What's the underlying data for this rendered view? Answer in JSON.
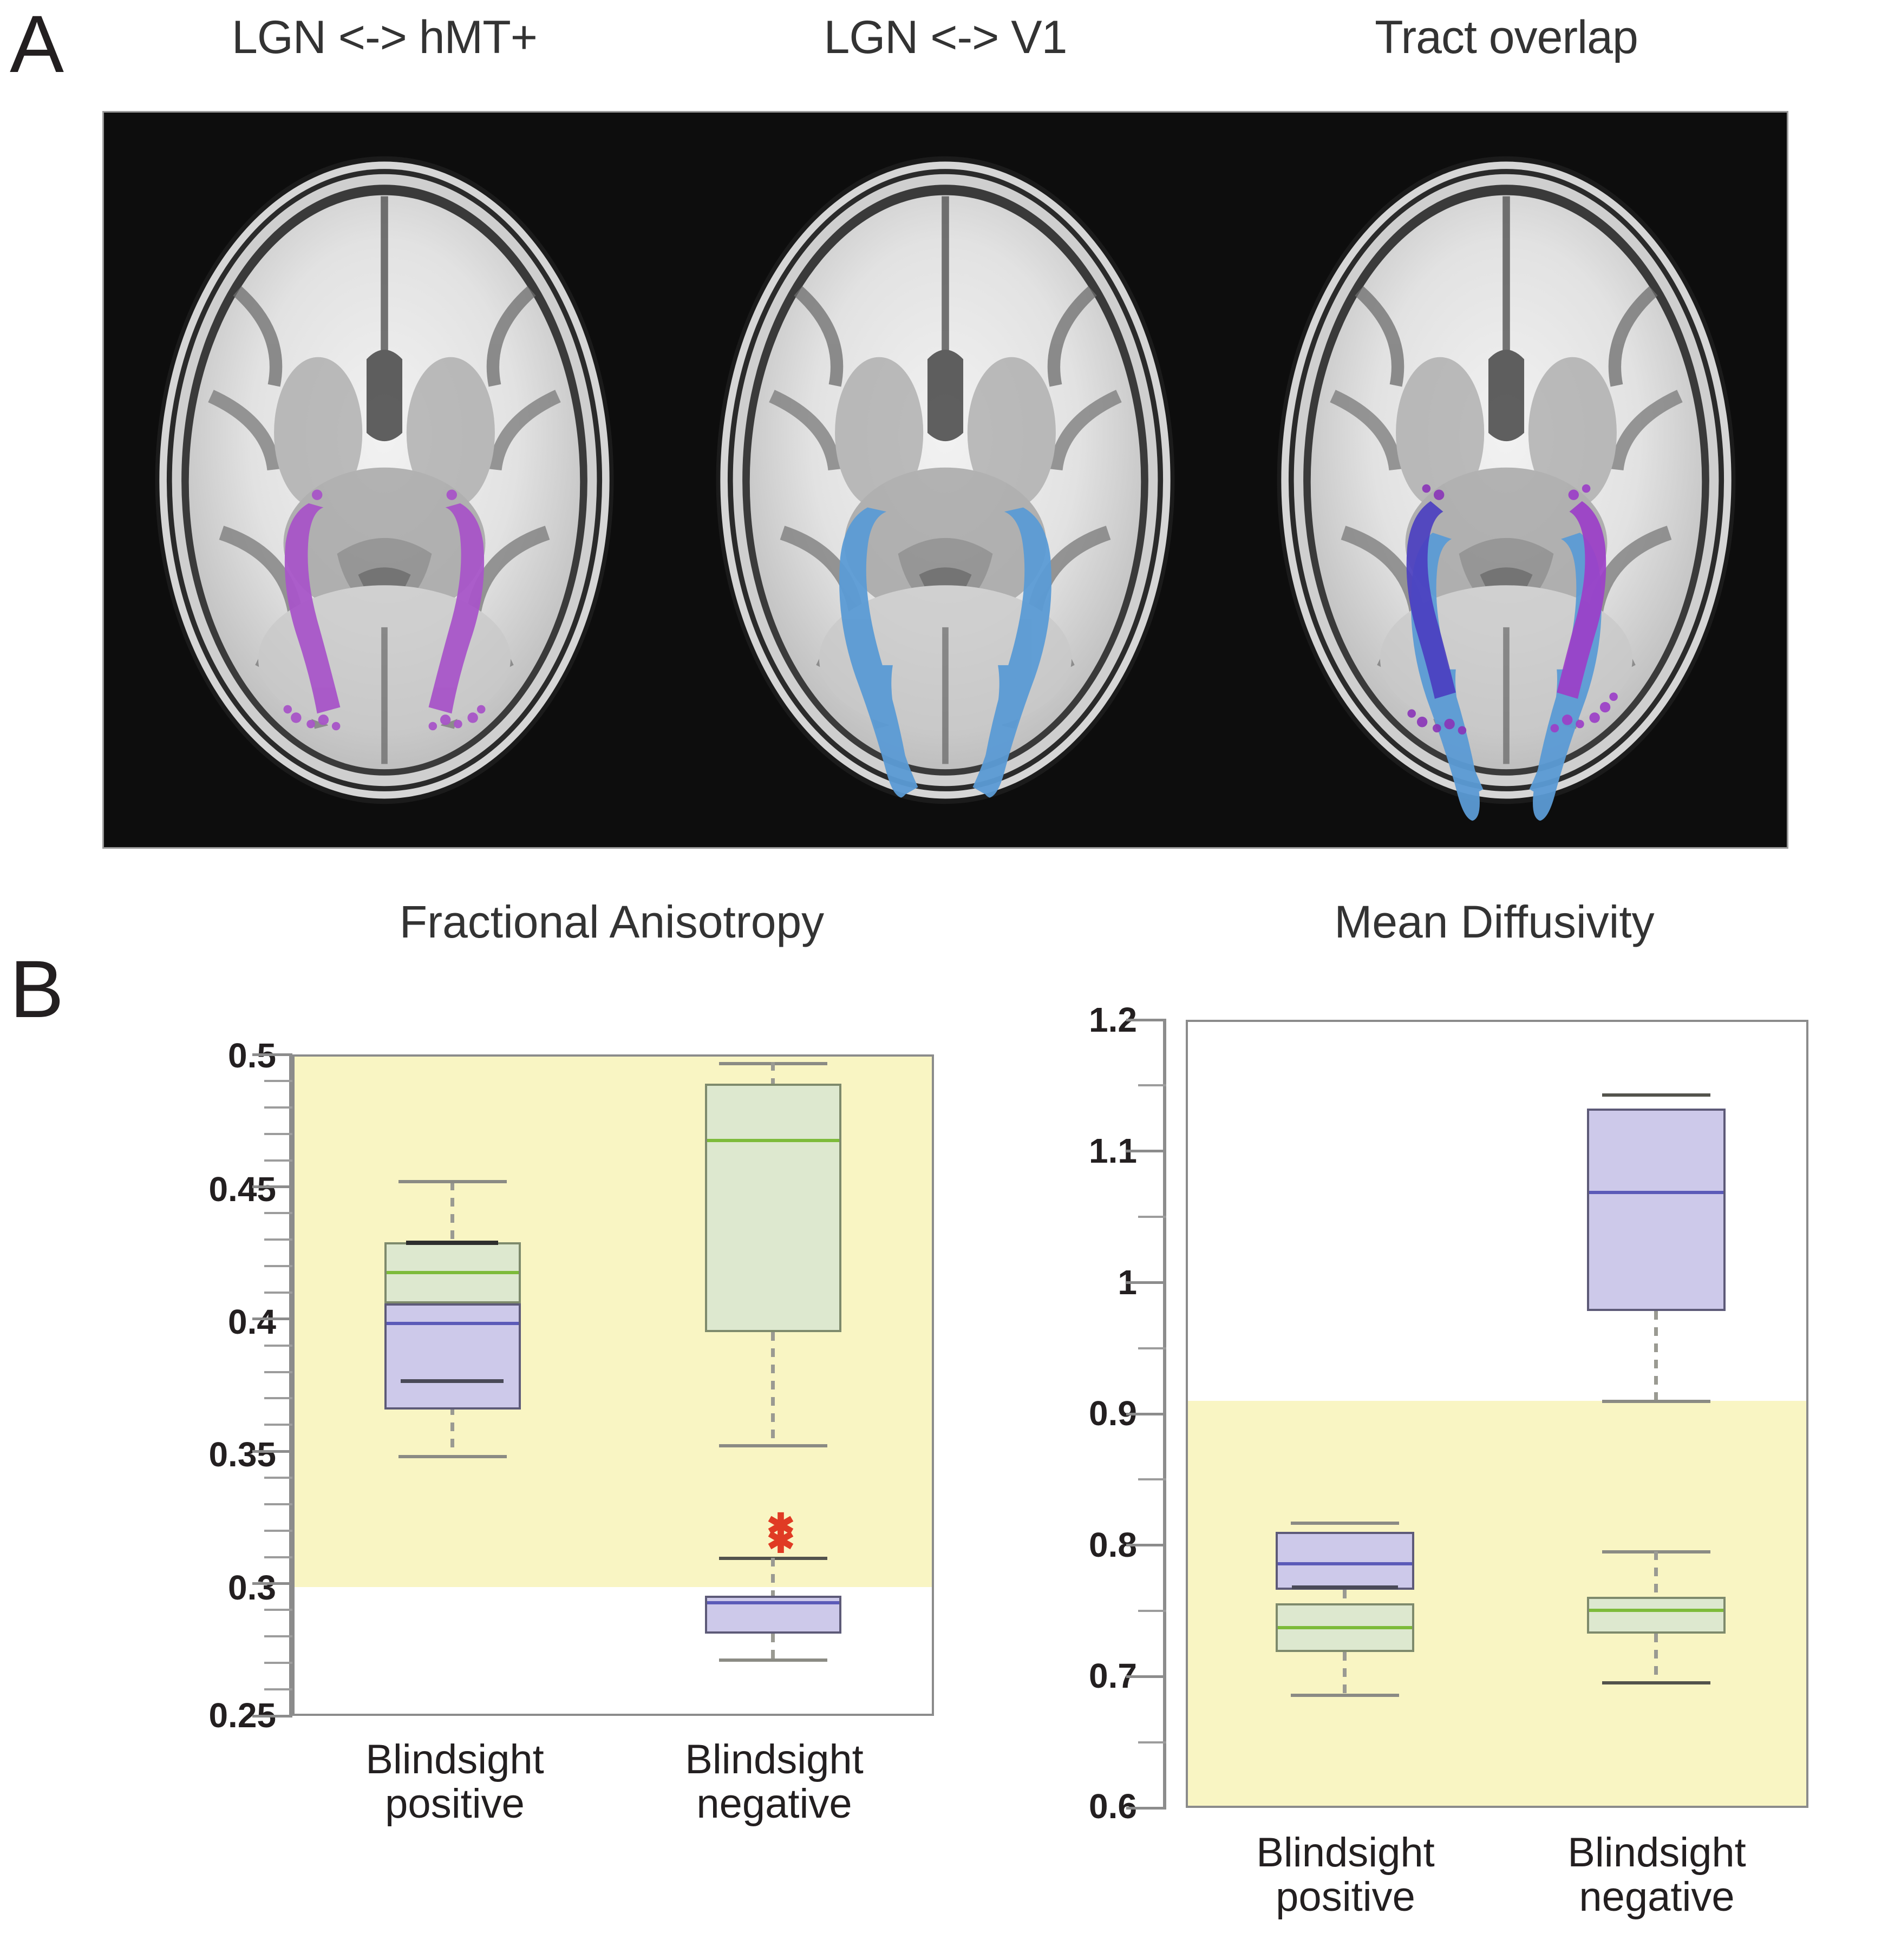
{
  "figure": {
    "panel_a_letter": "A",
    "panel_b_letter": "B"
  },
  "panel_a": {
    "titles": [
      "LGN <-> hMT+",
      "LGN <-> V1",
      "Tract overlap"
    ],
    "tract_colors": {
      "hmt_tract_purple": "#a855c8",
      "v1_tract_blue": "#5b9bd5",
      "overlap_dark_purple": "#4b3fc0"
    },
    "background_color": "#0d0d0d"
  },
  "panel_b": {
    "band_color": "#f9f5c3",
    "green_fill": "#dde8cf",
    "green_edge": "#7e8a6c",
    "green_median": "#7dbb3a",
    "purple_fill": "#cdc9ea",
    "purple_edge": "#5d5a78",
    "purple_median": "#5b5ab8",
    "outlier_color": "#e03b24",
    "categories": [
      "Blindsight\npositive",
      "Blindsight\nnegative"
    ],
    "category_line1": [
      "Blindsight",
      "Blindsight"
    ],
    "category_line2": [
      "positive",
      "negative"
    ]
  },
  "chart_data": [
    {
      "type": "box",
      "title": "Fractional Anisotropy",
      "xlabel": "",
      "ylabel": "",
      "ylim": [
        0.25,
        0.5
      ],
      "yticks": [
        0.25,
        0.3,
        0.35,
        0.4,
        0.45,
        0.5
      ],
      "ytick_labels": [
        "0.25",
        "0.3",
        "0.35",
        "0.4",
        "0.45",
        "0.5"
      ],
      "minor_tick_step": 0.01,
      "grid": false,
      "shaded_band": {
        "from": 0.3,
        "to": 0.5,
        "color": "#f9f5c3"
      },
      "categories": [
        "Blindsight positive",
        "Blindsight negative"
      ],
      "series": [
        {
          "name": "LGN <-> hMT+",
          "color": "#dde8cf",
          "boxes": [
            {
              "category": "Blindsight positive",
              "whisker_low": 0.348,
              "q1": 0.406,
              "median": 0.418,
              "q3": 0.429,
              "whisker_high": 0.452,
              "outliers": []
            },
            {
              "category": "Blindsight negative",
              "whisker_low": 0.352,
              "q1": 0.395,
              "median": 0.468,
              "q3": 0.489,
              "whisker_high": 0.497,
              "outliers": []
            }
          ]
        },
        {
          "name": "LGN <-> V1",
          "color": "#cdc9ea",
          "boxes": [
            {
              "category": "Blindsight positive",
              "whisker_low": 0.348,
              "q1": 0.366,
              "median": 0.399,
              "q3": 0.406,
              "whisker_high": 0.452,
              "outliers": []
            },
            {
              "category": "Blindsight negative",
              "whisker_low": 0.271,
              "q1": 0.281,
              "median": 0.293,
              "q3": 0.295,
              "whisker_high": 0.31,
              "outliers": [
                0.322,
                0.317
              ]
            }
          ]
        }
      ]
    },
    {
      "type": "box",
      "title": "Mean Diffusivity",
      "xlabel": "",
      "ylabel": "",
      "ylim": [
        0.6,
        1.2
      ],
      "yticks": [
        0.6,
        0.7,
        0.8,
        0.9,
        1.0,
        1.1,
        1.2
      ],
      "ytick_labels": [
        "0.6",
        "0.7",
        "0.8",
        "0.9",
        "1",
        "1.1",
        "1.2"
      ],
      "minor_tick_step": 0.05,
      "grid": false,
      "shaded_band": {
        "from": 0.6,
        "to": 0.91,
        "color": "#f9f5c3"
      },
      "categories": [
        "Blindsight positive",
        "Blindsight negative"
      ],
      "series": [
        {
          "name": "LGN <-> hMT+",
          "color": "#dde8cf",
          "boxes": [
            {
              "category": "Blindsight positive",
              "whisker_low": 0.686,
              "q1": 0.719,
              "median": 0.738,
              "q3": 0.756,
              "whisker_high": 0.77,
              "outliers": []
            },
            {
              "category": "Blindsight negative",
              "whisker_low": 0.696,
              "q1": 0.733,
              "median": 0.742,
              "q3": 0.761,
              "whisker_high": 0.796,
              "outliers": []
            }
          ]
        },
        {
          "name": "LGN <-> V1",
          "color": "#cdc9ea",
          "boxes": [
            {
              "category": "Blindsight positive",
              "whisker_low": 0.765,
              "q1": 0.766,
              "median": 0.787,
              "q3": 0.81,
              "whisker_high": 0.818,
              "outliers": []
            },
            {
              "category": "Blindsight negative",
              "whisker_low": 0.899,
              "q1": 0.966,
              "median": 1.055,
              "q3": 1.12,
              "whisker_high": 1.132,
              "outliers": []
            }
          ]
        }
      ]
    }
  ]
}
